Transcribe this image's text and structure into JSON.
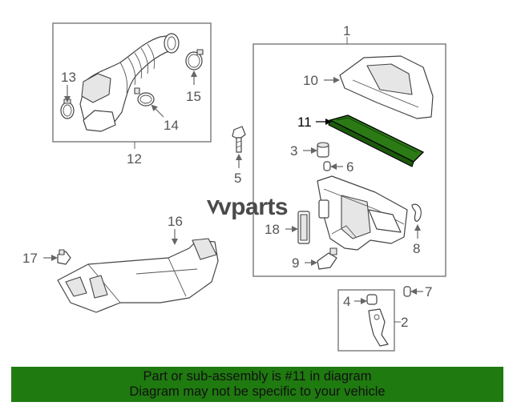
{
  "brand": {
    "text": "vparts"
  },
  "callouts": {
    "c1": "1",
    "c2": "2",
    "c3": "3",
    "c4": "4",
    "c5": "5",
    "c6": "6",
    "c7": "7",
    "c8": "8",
    "c9": "9",
    "c10": "10",
    "c11": "11",
    "c12": "12",
    "c13": "13",
    "c14": "14",
    "c15": "15",
    "c16": "16",
    "c17": "17",
    "c18": "18"
  },
  "banner": {
    "line1": "Part or sub-assembly is #11 in diagram",
    "line2": "Diagram may not be specific to your vehicle"
  },
  "colors": {
    "highlight": "#1f7a10",
    "banner_bg": "#1f7a10"
  }
}
